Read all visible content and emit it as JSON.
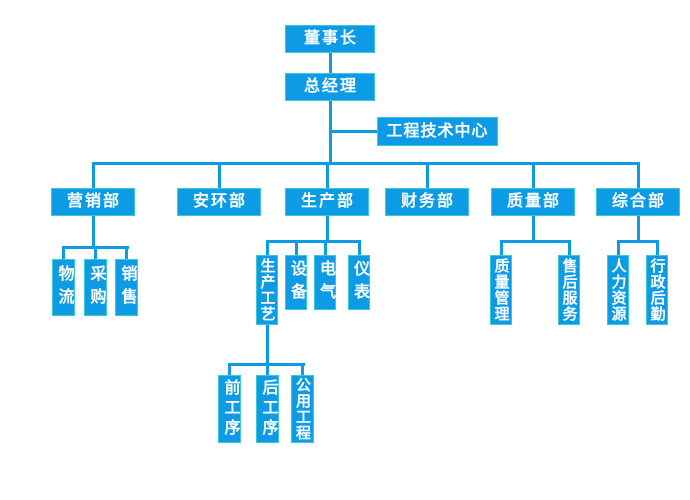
{
  "nodes": {
    "chairman": "董事长",
    "general_manager": "总经理",
    "engineering_center": "工程技术中心",
    "marketing": "营销部",
    "safety_environment": "安环部",
    "production": "生产部",
    "finance": "财务部",
    "quality": "质量部",
    "general_affairs": "综合部",
    "logistics": "物流",
    "purchasing": "采购",
    "sales": "销售",
    "production_process": "生产工艺",
    "equipment": "设备",
    "electrical": "电气",
    "instrument": "仪表",
    "front_process": "前工序",
    "back_process": "后工序",
    "utility_engineering": "公用工程",
    "quality_management": "质量管理",
    "after_sales_service": "售后服务",
    "human_resources": "人力资源",
    "admin_logistics": "行政后勤"
  },
  "hierarchy": {
    "董事长": [
      "总经理"
    ],
    "总经理": [
      "工程技术中心",
      "营销部",
      "安环部",
      "生产部",
      "财务部",
      "质量部",
      "综合部"
    ],
    "营销部": [
      "物流",
      "采购",
      "销售"
    ],
    "生产部": [
      "生产工艺",
      "设备",
      "电气",
      "仪表"
    ],
    "生产工艺": [
      "前工序",
      "后工序",
      "公用工程"
    ],
    "质量部": [
      "质量管理",
      "售后服务"
    ],
    "综合部": [
      "人力资源",
      "行政后勤"
    ]
  },
  "colors": {
    "box_fill": "#0d9be5",
    "box_border": "#3ac9cf",
    "connector": "#0d9be5",
    "text": "#ffffff",
    "background": "#ffffff"
  }
}
